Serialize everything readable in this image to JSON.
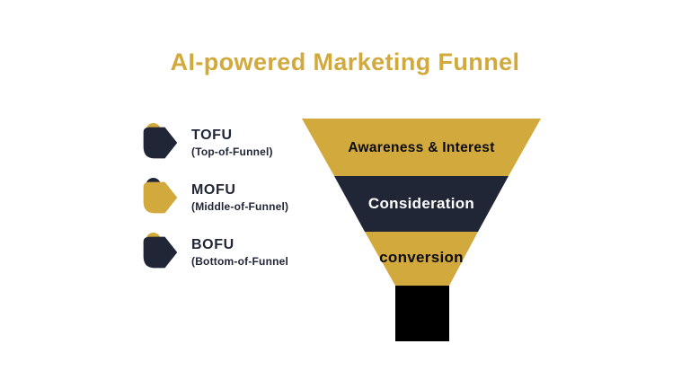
{
  "title": "AI-powered Marketing Funnel",
  "colors": {
    "gold": "#D1A93C",
    "navy": "#212637",
    "spout_black": "#000000",
    "background": "#FFFFFF",
    "title_text": "#D1A93C",
    "legend_text": "#212637"
  },
  "legend": {
    "items": [
      {
        "title": "TOFU",
        "subtitle": "(Top-of-Funnel)",
        "icon": "funnel-stage-tag-icon",
        "icon_body_color": "#212637",
        "icon_accent_color": "#D1A93C"
      },
      {
        "title": "MOFU",
        "subtitle": "(Middle-of-Funnel)",
        "icon": "funnel-stage-tag-icon",
        "icon_body_color": "#D1A93C",
        "icon_accent_color": "#212637"
      },
      {
        "title": "BOFU",
        "subtitle": "(Bottom-of-Funnel",
        "icon": "funnel-stage-tag-icon",
        "icon_body_color": "#212637",
        "icon_accent_color": "#D1A93C"
      }
    ]
  },
  "funnel": {
    "stages": [
      {
        "label": "Awareness & Interest",
        "bg": "#D1A93C",
        "text_color": "#0B0B10"
      },
      {
        "label": "Consideration",
        "bg": "#212637",
        "text_color": "#FFFFFF"
      },
      {
        "label": "conversion",
        "bg": "#D1A93C",
        "text_color": "#0B0B10"
      }
    ],
    "spout_color": "#000000"
  }
}
